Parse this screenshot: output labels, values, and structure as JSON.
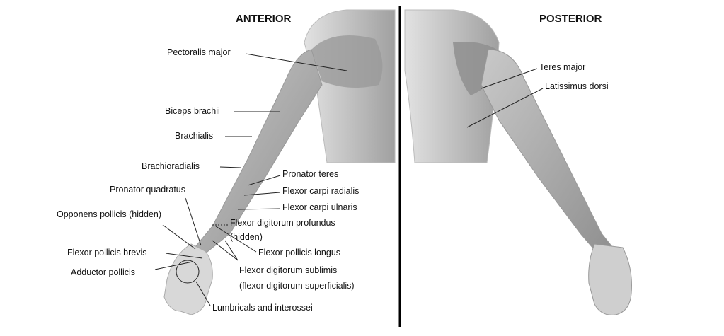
{
  "headers": {
    "anterior": "ANTERIOR",
    "posterior": "POSTERIOR"
  },
  "anterior_labels": [
    "Pectoralis major",
    "Biceps brachii",
    "Brachialis",
    "Brachioradialis",
    "Pronator teres",
    "Flexor carpi radialis",
    "Flexor carpi ulnaris",
    "Flexor digitorum profundus",
    "(hidden)",
    "Pronator quadratus",
    "Opponens pollicis (hidden)",
    "Flexor pollicis longus",
    "Flexor pollicis brevis",
    "Adductor pollicis",
    "Flexor digitorum sublimis",
    "(flexor digitorum superficialis)",
    "Lumbricals and interossei"
  ],
  "posterior_labels": [
    "Teres major",
    "Latissimus dorsi"
  ]
}
